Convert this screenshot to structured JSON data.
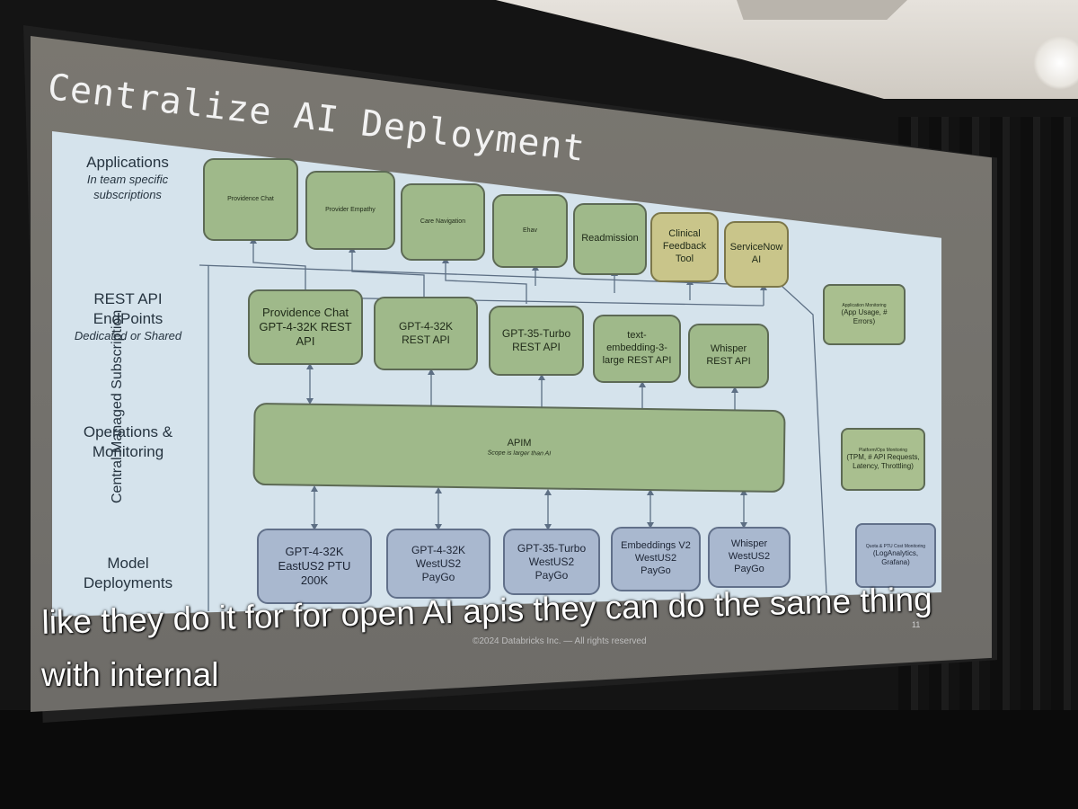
{
  "slide": {
    "title": "Centralize AI Deployment",
    "footer": "©2024 Databricks Inc. — All rights reserved",
    "page_number": "11"
  },
  "rows": {
    "applications": {
      "title": "Applications",
      "subtitle": "In team specific subscriptions"
    },
    "rest": {
      "title": "REST API EndPoints",
      "subtitle": "Dedicated or Shared"
    },
    "ops": {
      "title": "Operations & Monitoring"
    },
    "models": {
      "title": "Model Deployments"
    }
  },
  "central_label": "Central Managed Subscription",
  "applications": [
    "Providence Chat",
    "Provider Empathy",
    "Care Navigation",
    "Ehav",
    "Readmission",
    "Clinical Feedback Tool",
    "ServiceNow AI"
  ],
  "endpoints": [
    "Providence Chat GPT-4-32K REST API",
    "GPT-4-32K REST API",
    "GPT-35-Turbo REST API",
    "text-embedding-3-large REST API",
    "Whisper REST API"
  ],
  "apim": {
    "title": "APIM",
    "subtitle": "Scope is larger than AI"
  },
  "models": [
    "GPT-4-32K EastUS2 PTU 200K",
    "GPT-4-32K WestUS2 PayGo",
    "GPT-35-Turbo WestUS2 PayGo",
    "Embeddings V2 WestUS2 PayGo",
    "Whisper WestUS2 PayGo"
  ],
  "monitoring": [
    {
      "title": "Application Monitoring",
      "detail": "(App Usage, # Errors)"
    },
    {
      "title": "Platform/Ops Monitoring",
      "detail": "(TPM, # API Requests, Latency, Throttling)"
    },
    {
      "title": "Quota & PTU Cost Monitoring",
      "detail": "(LogAnalytics, Grafana)"
    }
  ],
  "caption": {
    "line1": "like they do it for for open AI apis they can do the same thing",
    "line2": "with internal"
  },
  "colors": {
    "app_green": "#9fb98a",
    "app_yellow": "#c9c58a",
    "model_blue": "#a9b8cf",
    "panel_bg": "#d5e3ec"
  }
}
